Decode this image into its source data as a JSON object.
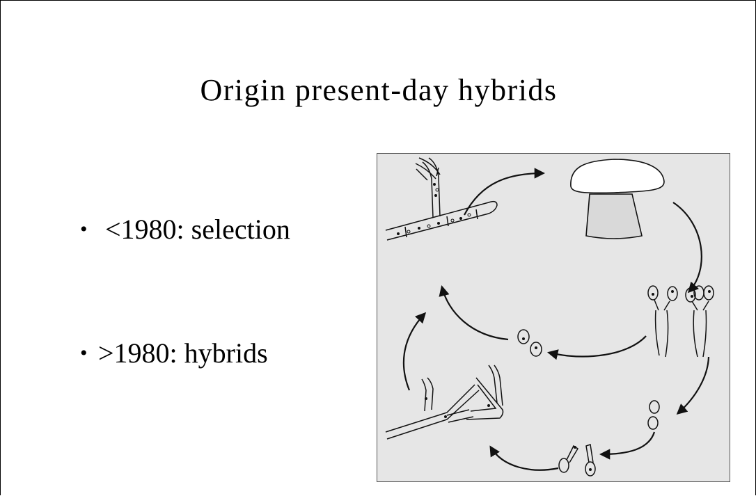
{
  "slide": {
    "title": "Origin present-day hybrids"
  },
  "bullets": [
    {
      "marker": "•",
      "text": " <1980: selection"
    },
    {
      "marker": "•",
      "text": ">1980: hybrids"
    }
  ],
  "figure": {
    "background": "#e6e6e6",
    "stroke": "#111111",
    "mushroom_stem_fill": "#d9d9d9",
    "mushroom_cap_fill": "#ffffff"
  }
}
